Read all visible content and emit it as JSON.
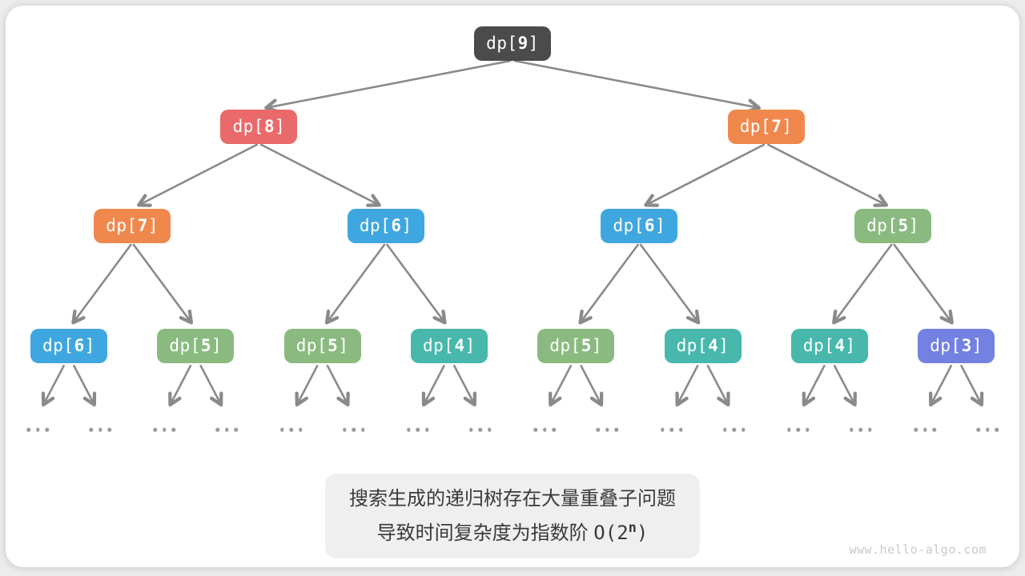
{
  "diagram": {
    "palette": {
      "dark": "#4b4b4b",
      "red": "#ea6a6b",
      "orange": "#f0884d",
      "blue": "#3ea7e0",
      "green": "#8aba80",
      "teal": "#47b8ab",
      "purple": "#7381e3",
      "arrow": "#8a8a8a",
      "ellipsis": "#9a9a9a"
    },
    "tree": {
      "levels": [
        [
          {
            "label": "dp[9]",
            "color": "dark"
          }
        ],
        [
          {
            "label": "dp[8]",
            "color": "red"
          },
          {
            "label": "dp[7]",
            "color": "orange"
          }
        ],
        [
          {
            "label": "dp[7]",
            "color": "orange"
          },
          {
            "label": "dp[6]",
            "color": "blue"
          },
          {
            "label": "dp[6]",
            "color": "blue"
          },
          {
            "label": "dp[5]",
            "color": "green"
          }
        ],
        [
          {
            "label": "dp[6]",
            "color": "blue"
          },
          {
            "label": "dp[5]",
            "color": "green"
          },
          {
            "label": "dp[5]",
            "color": "green"
          },
          {
            "label": "dp[4]",
            "color": "teal"
          },
          {
            "label": "dp[5]",
            "color": "green"
          },
          {
            "label": "dp[4]",
            "color": "teal"
          },
          {
            "label": "dp[4]",
            "color": "teal"
          },
          {
            "label": "dp[3]",
            "color": "purple"
          }
        ]
      ]
    },
    "ellipsis_label": "...",
    "caption": {
      "line1": "搜索生成的递归树存在大量重叠子问题",
      "line2_text": "导致时间复杂度为指数阶 ",
      "formula_prefix": "O(2",
      "formula_sup": "n",
      "formula_suffix": ")"
    },
    "watermark": "www.hello-algo.com"
  }
}
